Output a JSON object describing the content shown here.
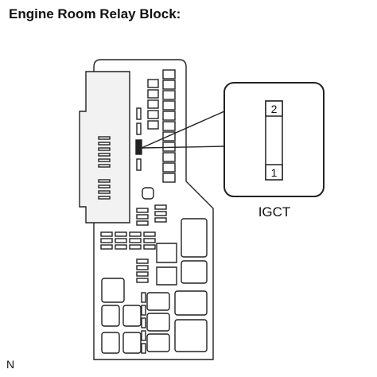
{
  "title": "Engine Room Relay Block:",
  "relay": {
    "name": "IGCT",
    "pins": [
      "2",
      "1"
    ]
  },
  "footer_code": "N"
}
